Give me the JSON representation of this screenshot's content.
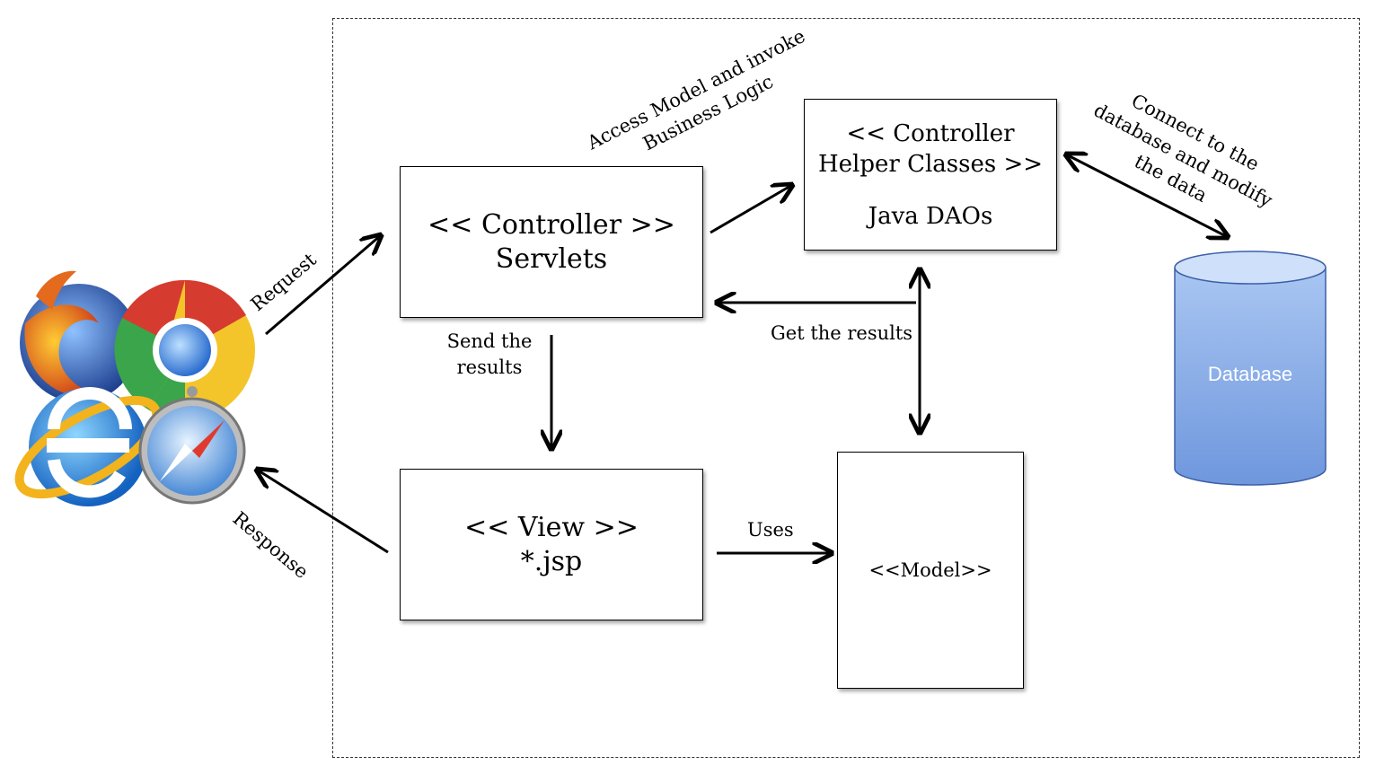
{
  "boxes": {
    "controller": {
      "line1": "<< Controller >>",
      "line2": "Servlets"
    },
    "helper": {
      "line1": "<< Controller",
      "line2": "Helper Classes >>",
      "line3": "Java DAOs"
    },
    "view": {
      "line1": "<< View >>",
      "line2": "*.jsp"
    },
    "model": {
      "line1": "<<Model>>"
    }
  },
  "database": {
    "label": "Database",
    "color": "#8aaee8"
  },
  "labels": {
    "request": "Request",
    "response": "Response",
    "access_line1": "Access Model and invoke",
    "access_line2": "Business Logic",
    "connect_line1": "Connect to the",
    "connect_line2": "database and modify",
    "connect_line3": "the data",
    "send_line1": "Send the",
    "send_line2": "results",
    "get_results": "Get the results",
    "uses": "Uses"
  },
  "browsers_icon": "browser-logos-icon"
}
